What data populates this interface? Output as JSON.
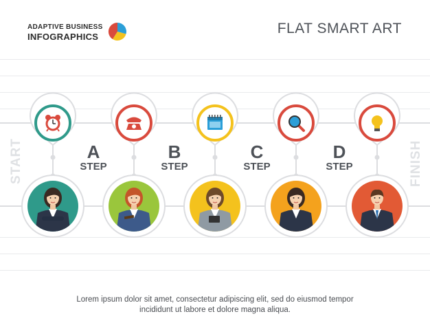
{
  "header": {
    "brand_line1": "ADAPTIVE BUSINESS",
    "brand_line2": "INFOGRAPHICS",
    "title": "FLAT SMART ART"
  },
  "colors": {
    "teal": "#2f9a8a",
    "red": "#d94a3d",
    "yellow": "#f4c21d",
    "blue": "#2b9fd8",
    "grey_line": "#dcdde0",
    "text": "#4e5258"
  },
  "side_labels": {
    "start": "START",
    "finish": "FINISH"
  },
  "steps": [
    {
      "letter": "A",
      "word": "STEP"
    },
    {
      "letter": "B",
      "word": "STEP"
    },
    {
      "letter": "C",
      "word": "STEP"
    },
    {
      "letter": "D",
      "word": "STEP"
    }
  ],
  "nodes": [
    {
      "icon": "alarm-clock-icon",
      "ring_color": "#2f9a8a",
      "avatar_bg": "#2f9a8a",
      "person": "businesswoman-arms-crossed"
    },
    {
      "icon": "telephone-icon",
      "ring_color": "#d94a3d",
      "avatar_bg": "#9ac63c",
      "person": "woman-with-notebook"
    },
    {
      "icon": "calendar-icon",
      "ring_color": "#f4c21d",
      "avatar_bg": "#f4c21d",
      "person": "woman-with-tablet"
    },
    {
      "icon": "magnifier-icon",
      "ring_color": "#d94a3d",
      "avatar_bg": "#f4a21d",
      "person": "businesswoman-in-suit"
    },
    {
      "icon": "lightbulb-icon",
      "ring_color": "#d94a3d",
      "avatar_bg": "#e25a35",
      "person": "businessman-in-suit"
    }
  ],
  "description": {
    "line1": "Lorem ipsum dolor sit amet, consectetur adipiscing elit, sed do eiusmod tempor",
    "line2": "incididunt ut labore et dolore magna aliqua."
  }
}
